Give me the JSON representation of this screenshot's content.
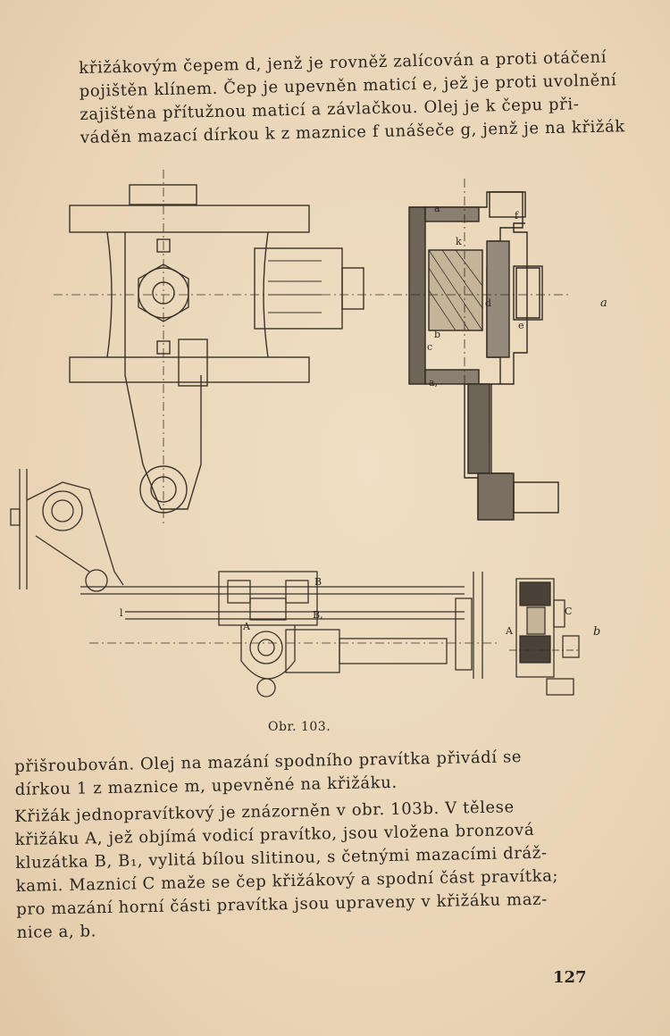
{
  "top_paragraph": {
    "lines": [
      "křižákovým čepem d, jenž je rovněž zalícován a proti otáčení",
      "pojištěn klínem. Čep je upevněn maticí e, jež je proti uvolnění",
      "zajištěna přítužnou maticí a závlačkou. Olej je k čepu při-",
      "váděn mazací dírkou k z maznice f unášeče g, jenž je na křižák"
    ]
  },
  "figure": {
    "caption": "Obr. 103.",
    "label_a": "a",
    "label_b": "b",
    "drawing_a_letters": [
      "a",
      "f",
      "k",
      "d",
      "e",
      "b",
      "c",
      "a,",
      "l"
    ],
    "drawing_b_letters": [
      "A",
      "B",
      "B,",
      "C",
      "A"
    ]
  },
  "bottom_paragraph_1": {
    "lines": [
      "přišroubován. Olej na mazání spodního pravítka přivádí se",
      "dírkou 1 z maznice m, upevněné na křižáku."
    ]
  },
  "bottom_paragraph_2": {
    "lines": [
      "Křižák jednopravítkový je znázorněn v obr. 103b. V tělese",
      "křižáku A, jež objímá vodicí pravítko, jsou vložena bronzová",
      "kluzátka B, B₁, vylitá bílou slitinou, s četnými mazacími dráž-",
      "kami. Maznicí C maže se čep křižákový a spodní část pravítka;",
      "pro mazání horní části pravítka jsou upraveny v křižáku maz-",
      "nice a, b."
    ]
  },
  "page_number": "127"
}
